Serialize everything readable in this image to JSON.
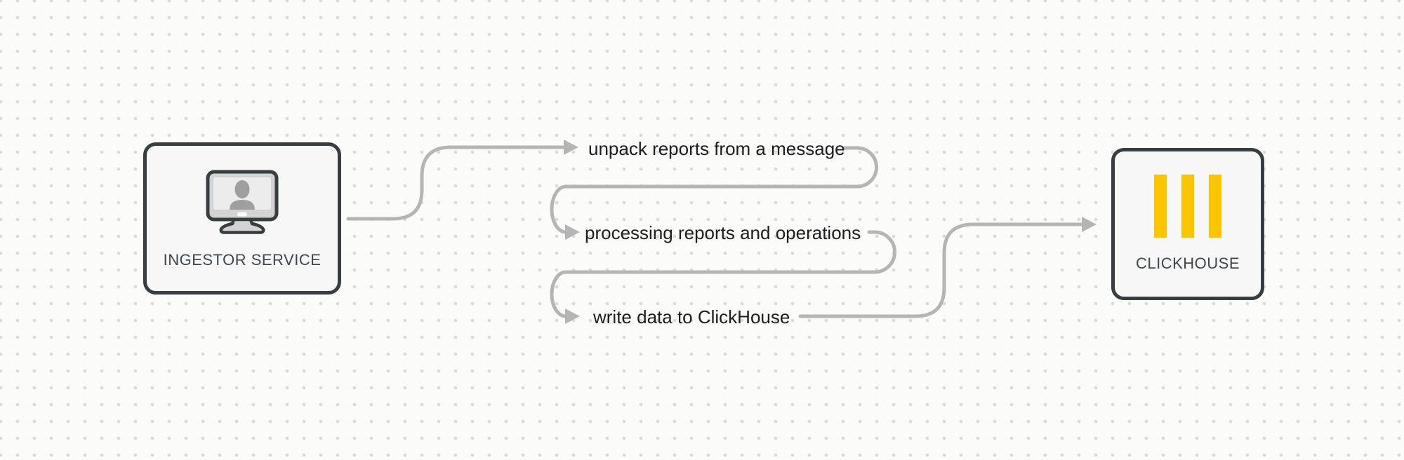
{
  "diagram": {
    "nodes": {
      "ingestor": {
        "label": "INGESTOR SERVICE",
        "icon": "workstation-monitor-user-icon"
      },
      "clickhouse": {
        "label": "CLICKHOUSE",
        "icon": "clickhouse-bars-logo-icon"
      }
    },
    "steps": [
      {
        "label": "unpack reports from a message"
      },
      {
        "label": "processing reports and operations"
      },
      {
        "label": "write data to ClickHouse"
      }
    ],
    "edges": [
      {
        "from": "INGESTOR SERVICE",
        "to": "unpack reports from a message"
      },
      {
        "from": "unpack reports from a message",
        "to": "processing reports and operations"
      },
      {
        "from": "processing reports and operations",
        "to": "write data to ClickHouse"
      },
      {
        "from": "write data to ClickHouse",
        "to": "CLICKHOUSE"
      }
    ],
    "theme": {
      "canvas_bg": "#fbfbfa",
      "dot_color": "#dadad8",
      "node_bg": "#f6f7f6",
      "node_border": "#383d40",
      "node_label_color": "#40464b",
      "connector_color": "#b5b5b5",
      "step_label_color": "#1d1d1f",
      "clickhouse_yellow": "#fdc400"
    }
  }
}
